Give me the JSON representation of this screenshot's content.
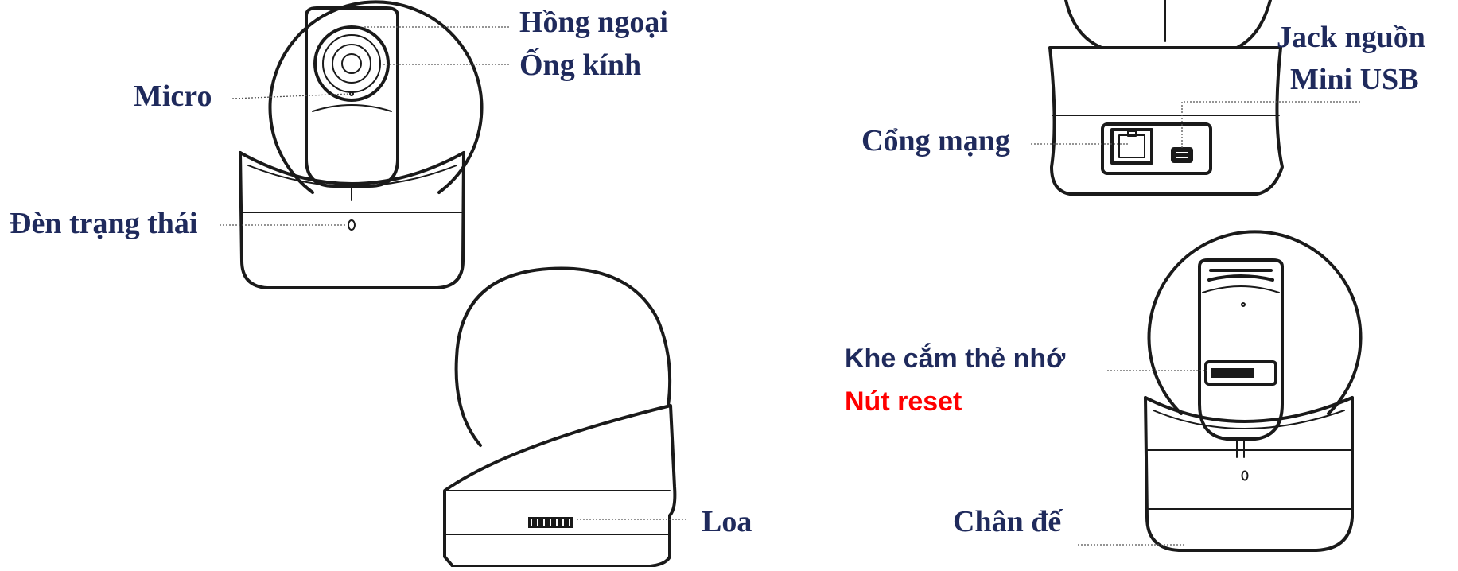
{
  "labels": {
    "infrared": "Hồng ngoại",
    "lens": "Ống kính",
    "micro": "Micro",
    "status_light": "Đèn trạng thái",
    "power_jack_line1": "Jack nguồn",
    "power_jack_line2": "Mini USB",
    "network_port": "Cổng mạng",
    "memory_card_slot": "Khe cắm thẻ nhớ",
    "reset_button": "Nút reset",
    "speaker": "Loa",
    "base": "Chân đế"
  },
  "colors": {
    "label_text": "#1f2a5c",
    "reset_text": "#ff0000",
    "drawing_stroke": "#1a1a1a",
    "leader_line": "#555555"
  }
}
